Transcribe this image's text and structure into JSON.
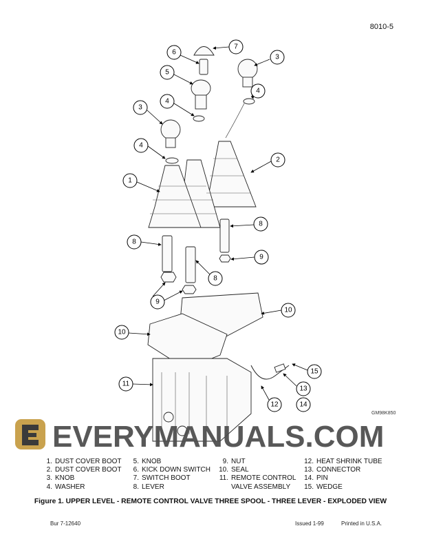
{
  "header": {
    "page_number": "8010-5"
  },
  "figure": {
    "drawing_id": "GM98K850",
    "callouts": [
      {
        "label": "7"
      },
      {
        "label": "6"
      },
      {
        "label": "3"
      },
      {
        "label": "5"
      },
      {
        "label": "4"
      },
      {
        "label": "4"
      },
      {
        "label": "3"
      },
      {
        "label": "4"
      },
      {
        "label": "2"
      },
      {
        "label": "1"
      },
      {
        "label": "8"
      },
      {
        "label": "8"
      },
      {
        "label": "9"
      },
      {
        "label": "8"
      },
      {
        "label": "9"
      },
      {
        "label": "10"
      },
      {
        "label": "10"
      },
      {
        "label": "11"
      },
      {
        "label": "15"
      },
      {
        "label": "13"
      },
      {
        "label": "14"
      },
      {
        "label": "12"
      }
    ],
    "caption": "Figure 1. UPPER LEVEL - REMOTE CONTROL VALVE THREE SPOOL - THREE LEVER - EXPLODED VIEW"
  },
  "legend": {
    "col1": [
      {
        "num": "1.",
        "name": "DUST COVER BOOT"
      },
      {
        "num": "2.",
        "name": "DUST COVER BOOT"
      },
      {
        "num": "3.",
        "name": "KNOB"
      },
      {
        "num": "4.",
        "name": "WASHER"
      }
    ],
    "col2": [
      {
        "num": "5.",
        "name": "KNOB"
      },
      {
        "num": "6.",
        "name": "KICK DOWN SWITCH"
      },
      {
        "num": "7.",
        "name": "SWITCH BOOT"
      },
      {
        "num": "8.",
        "name": "LEVER"
      }
    ],
    "col3": [
      {
        "num": "9.",
        "name": "NUT"
      },
      {
        "num": "10.",
        "name": "SEAL"
      },
      {
        "num": "11.",
        "name": "REMOTE CONTROL"
      },
      {
        "num": "",
        "name": "VALVE ASSEMBLY"
      }
    ],
    "col4": [
      {
        "num": "12.",
        "name": "HEAT SHRINK TUBE"
      },
      {
        "num": "13.",
        "name": "CONNECTOR"
      },
      {
        "num": "14.",
        "name": "PIN"
      },
      {
        "num": "15.",
        "name": "WEDGE"
      }
    ]
  },
  "watermark": {
    "text": "EVERYMANUALS.COM"
  },
  "footer": {
    "doc_number": "Bur 7-12640",
    "issued": "Issued 1-99",
    "printed": "Printed in U.S.A."
  }
}
